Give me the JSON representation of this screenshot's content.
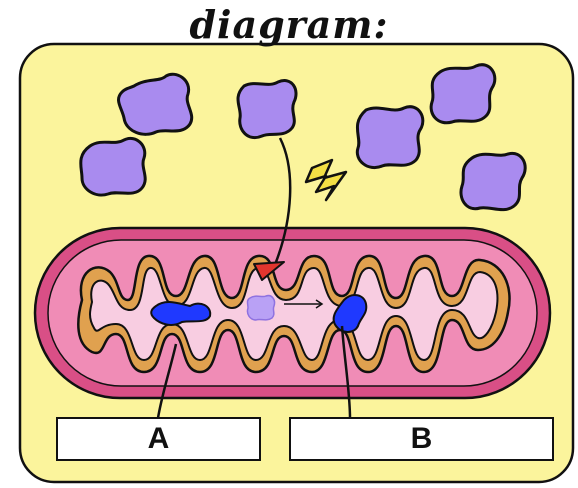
{
  "title": "diagram:",
  "labels": {
    "a": "A",
    "b": "B"
  },
  "colors": {
    "background_panel": "#fbf49c",
    "outer_membrane": "#d94f86",
    "intermembrane_space": "#f08cb6",
    "inner_membrane": "#e0a14f",
    "matrix": "#f8cde1",
    "purple_molecule": "#a98bef",
    "blue_molecule": "#1f39ff",
    "arrowhead": "#e2352e",
    "lightning": "#f3df45"
  },
  "icons": [
    "purple-molecule",
    "lightning-bolt-icon",
    "red-arrowhead",
    "blue-molecule",
    "small-purple-molecule"
  ]
}
